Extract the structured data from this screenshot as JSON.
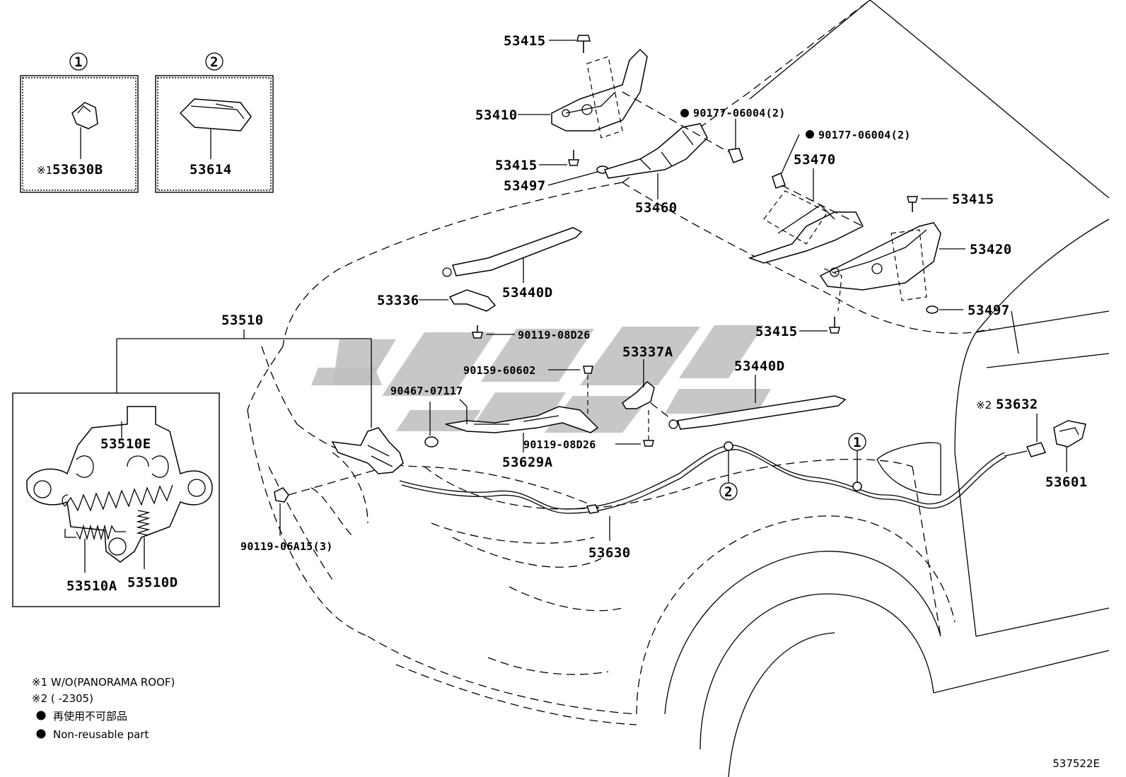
{
  "labels": [
    {
      "id": "p53415-a",
      "text": "53415"
    },
    {
      "id": "p53410",
      "text": "53410"
    },
    {
      "id": "p53415-b",
      "text": "53415"
    },
    {
      "id": "p53497-a",
      "text": "53497"
    },
    {
      "id": "p53460",
      "text": "53460"
    },
    {
      "id": "p90177-a",
      "text": "90177-06004(2)"
    },
    {
      "id": "p90177-b",
      "text": "90177-06004(2)"
    },
    {
      "id": "p53470",
      "text": "53470"
    },
    {
      "id": "p53415-c",
      "text": "53415"
    },
    {
      "id": "p53420",
      "text": "53420"
    },
    {
      "id": "p53497-b",
      "text": "53497"
    },
    {
      "id": "p53415-d",
      "text": "53415"
    },
    {
      "id": "p53440d-a",
      "text": "53440D"
    },
    {
      "id": "p53336",
      "text": "53336"
    },
    {
      "id": "p90119-a",
      "text": "90119-08D26"
    },
    {
      "id": "p53337a",
      "text": "53337A"
    },
    {
      "id": "p90159",
      "text": "90159-60602"
    },
    {
      "id": "p90467",
      "text": "90467-07117"
    },
    {
      "id": "p53440d-b",
      "text": "53440D"
    },
    {
      "id": "p90119-b",
      "text": "90119-08D26"
    },
    {
      "id": "p53629a",
      "text": "53629A"
    },
    {
      "id": "p53510",
      "text": "53510"
    },
    {
      "id": "p53510e",
      "text": "53510E"
    },
    {
      "id": "p53510a",
      "text": "53510A"
    },
    {
      "id": "p53510d",
      "text": "53510D"
    },
    {
      "id": "p90119-c",
      "text": "90119-06A15(3)"
    },
    {
      "id": "p53630",
      "text": "53630"
    },
    {
      "id": "p53632",
      "text": "53632"
    },
    {
      "id": "p53601",
      "text": "53601"
    },
    {
      "id": "p53630b",
      "text": "53630B"
    },
    {
      "id": "p53614",
      "text": "53614"
    }
  ],
  "markers": {
    "note1": "※1",
    "note2": "※2",
    "circle1": "1",
    "circle2": "2"
  },
  "legend": {
    "note1": "※1 W/O(PANORAMA ROOF)",
    "note2": "※2 (      -2305)",
    "nonreusable_ja": "再使用不可部品",
    "nonreusable_en": "Non-reusable part"
  },
  "diagram_code": "537522E"
}
